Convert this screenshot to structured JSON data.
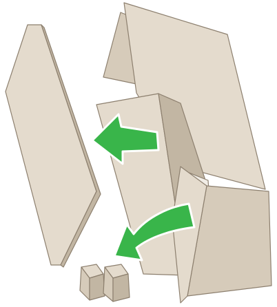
{
  "illustration": {
    "palette": {
      "cardboard_light": "#e4dbcd",
      "cardboard_mid": "#d6cbba",
      "cardboard_dark": "#c2b6a3",
      "cardboard_edge": "#8c7f6e",
      "arrow_green": "#39b54a",
      "arrow_outline": "#ffffff"
    },
    "parts": [
      "flat-panel",
      "open-box",
      "foam-block-left",
      "foam-block-right",
      "arrow-upper",
      "arrow-lower"
    ],
    "arrows": [
      {
        "name": "arrow-upper",
        "direction": "left"
      },
      {
        "name": "arrow-lower",
        "direction": "down-left"
      }
    ]
  }
}
